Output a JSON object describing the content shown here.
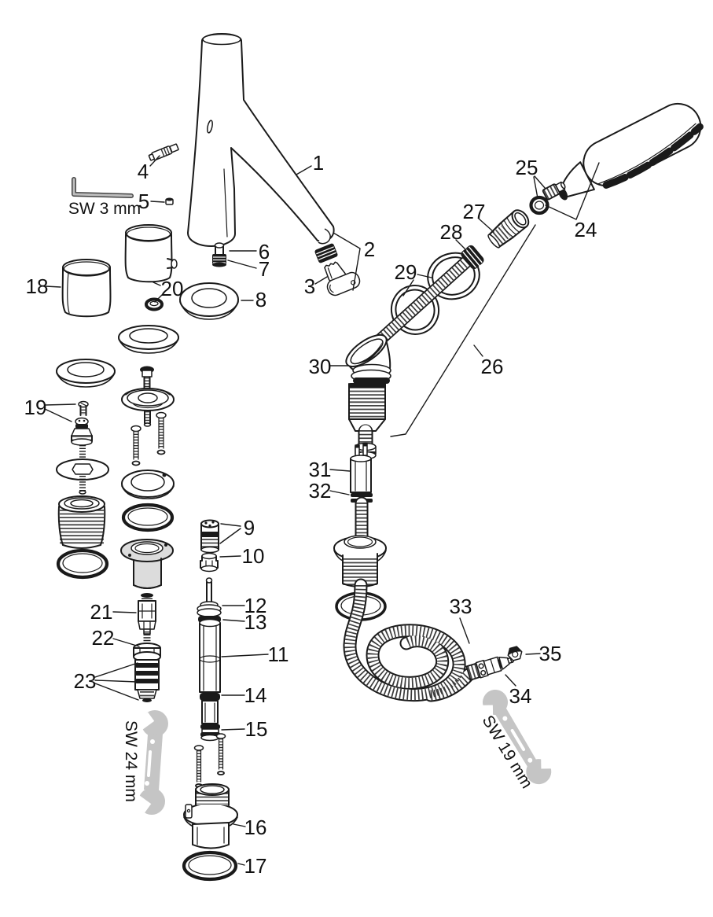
{
  "diagram": {
    "type": "exploded-parts-diagram",
    "subject": "Faucet with pull-out hand shower - exploded parts view",
    "colors": {
      "line": "#1a1a1a",
      "dark_fill": "#1a1a1a",
      "tool_fill": "#c5c5c5",
      "shade_fill": "#dcdcdc",
      "background": "#ffffff",
      "label_color": "#111111"
    },
    "part_labels": [
      {
        "id": 1,
        "text": "1"
      },
      {
        "id": 2,
        "text": "2"
      },
      {
        "id": 3,
        "text": "3"
      },
      {
        "id": 4,
        "text": "4"
      },
      {
        "id": 5,
        "text": "5"
      },
      {
        "id": 6,
        "text": "6"
      },
      {
        "id": 7,
        "text": "7"
      },
      {
        "id": 8,
        "text": "8"
      },
      {
        "id": 9,
        "text": "9"
      },
      {
        "id": 10,
        "text": "10"
      },
      {
        "id": 11,
        "text": "11"
      },
      {
        "id": 12,
        "text": "12"
      },
      {
        "id": 13,
        "text": "13"
      },
      {
        "id": 14,
        "text": "14"
      },
      {
        "id": 15,
        "text": "15"
      },
      {
        "id": 16,
        "text": "16"
      },
      {
        "id": 17,
        "text": "17"
      },
      {
        "id": 18,
        "text": "18"
      },
      {
        "id": 19,
        "text": "19"
      },
      {
        "id": 20,
        "text": "20"
      },
      {
        "id": 21,
        "text": "21"
      },
      {
        "id": 22,
        "text": "22"
      },
      {
        "id": 23,
        "text": "23"
      },
      {
        "id": 24,
        "text": "24"
      },
      {
        "id": 25,
        "text": "25"
      },
      {
        "id": 26,
        "text": "26"
      },
      {
        "id": 27,
        "text": "27"
      },
      {
        "id": 28,
        "text": "28"
      },
      {
        "id": 29,
        "text": "29"
      },
      {
        "id": 30,
        "text": "30"
      },
      {
        "id": 31,
        "text": "31"
      },
      {
        "id": 32,
        "text": "32"
      },
      {
        "id": 33,
        "text": "33"
      },
      {
        "id": 34,
        "text": "34"
      },
      {
        "id": 35,
        "text": "35"
      }
    ],
    "tool_labels": [
      {
        "id": "sw3",
        "text": "SW 3 mm"
      },
      {
        "id": "sw24",
        "text": "SW 24 mm"
      },
      {
        "id": "sw19",
        "text": "SW 19 mm"
      }
    ]
  }
}
